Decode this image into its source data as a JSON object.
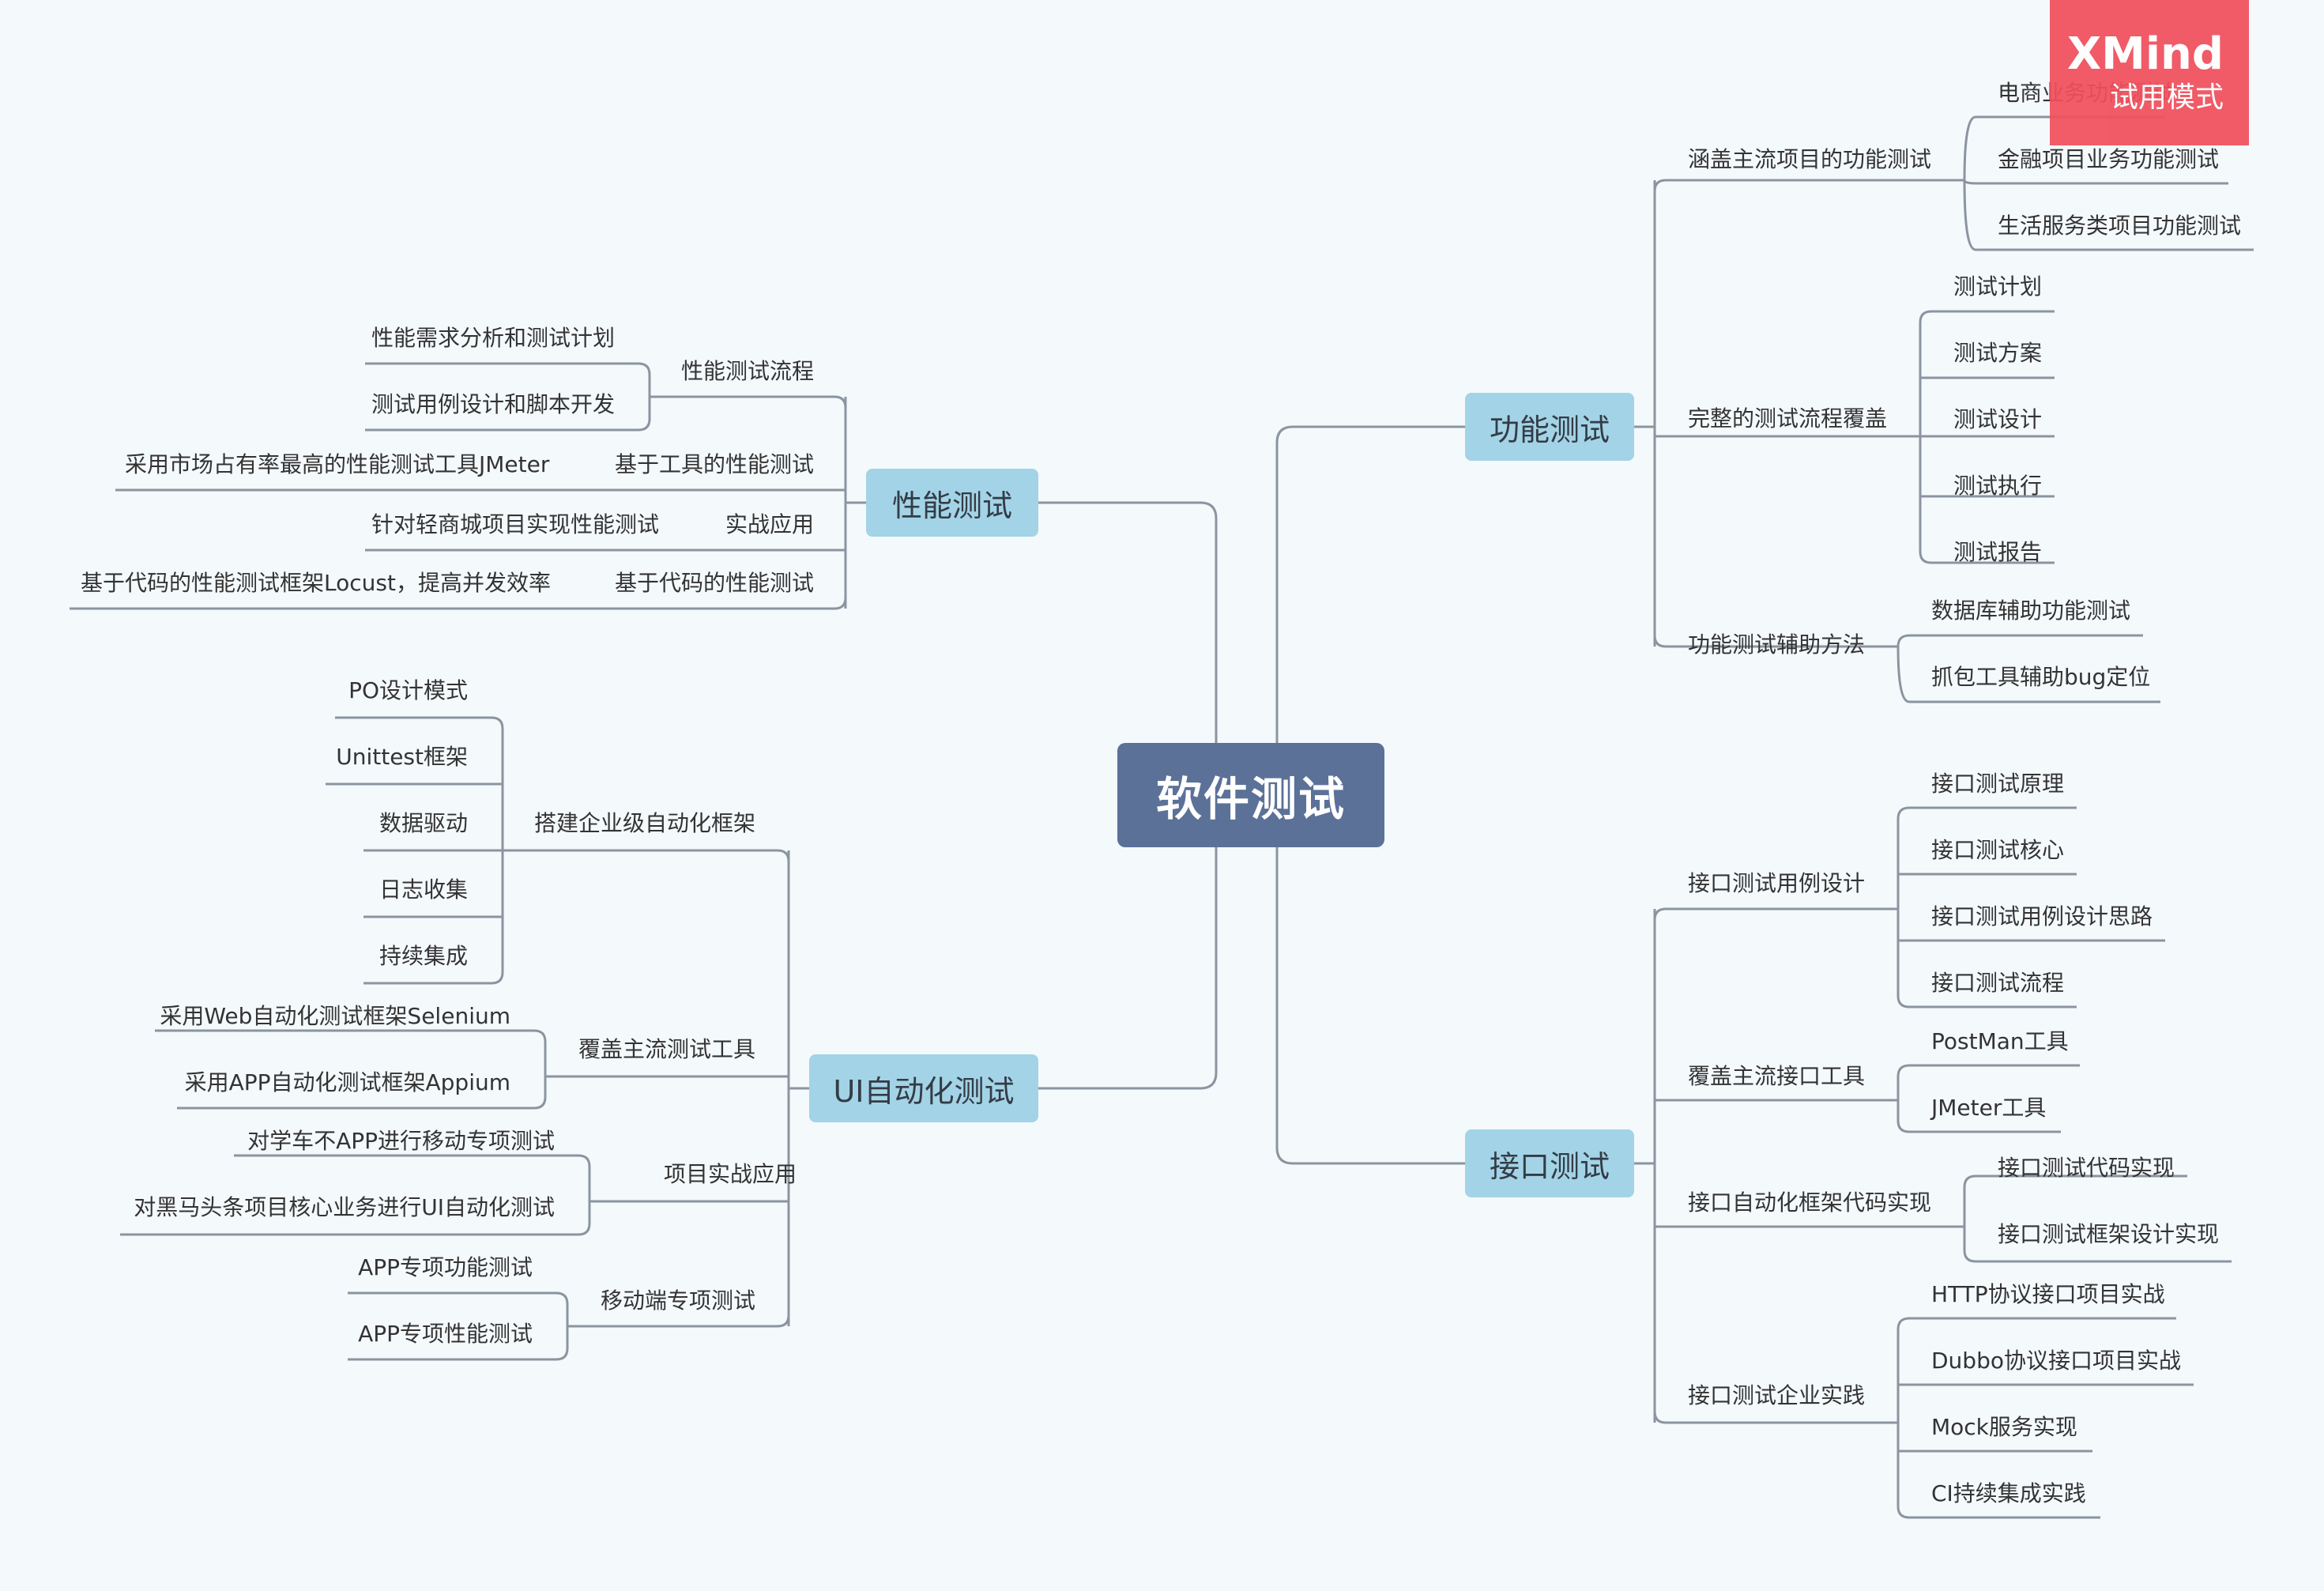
{
  "root": "软件测试",
  "watermark": {
    "brand": "XMind",
    "mode": "试用模式"
  },
  "main_topics": {
    "func": "功能测试",
    "perf": "性能测试",
    "ui": "UI自动化测试",
    "api": "接口测试"
  },
  "func": {
    "coverage": {
      "label": "涵盖主流项目的功能测试",
      "items": [
        "电商业务功能测试",
        "金融项目业务功能测试",
        "生活服务类项目功能测试"
      ]
    },
    "process": {
      "label": "完整的测试流程覆盖",
      "items": [
        "测试计划",
        "测试方案",
        "测试设计",
        "测试执行",
        "测试报告"
      ]
    },
    "aux": {
      "label": "功能测试辅助方法",
      "items": [
        "数据库辅助功能测试",
        "抓包工具辅助bug定位"
      ]
    }
  },
  "perf": {
    "flow": {
      "label": "性能测试流程",
      "items": [
        "性能需求分析和测试计划",
        "测试用例设计和脚本开发"
      ]
    },
    "tool": {
      "label": "基于工具的性能测试",
      "items": [
        "采用市场占有率最高的性能测试工具JMeter"
      ]
    },
    "practice": {
      "label": "实战应用",
      "items": [
        "针对轻商城项目实现性能测试"
      ]
    },
    "code": {
      "label": "基于代码的性能测试",
      "items": [
        "基于代码的性能测试框架Locust，提高并发效率"
      ]
    }
  },
  "ui": {
    "framework": {
      "label": "搭建企业级自动化框架",
      "items": [
        "PO设计模式",
        "Unittest框架",
        "数据驱动",
        "日志收集",
        "持续集成"
      ]
    },
    "tools": {
      "label": "覆盖主流测试工具",
      "items": [
        "采用Web自动化测试框架Selenium",
        "采用APP自动化测试框架Appium"
      ]
    },
    "project": {
      "label": "项目实战应用",
      "items": [
        "对学车不APP进行移动专项测试",
        "对黑马头条项目核心业务进行UI自动化测试"
      ]
    },
    "mobile": {
      "label": "移动端专项测试",
      "items": [
        "APP专项功能测试",
        "APP专项性能测试"
      ]
    }
  },
  "api": {
    "design": {
      "label": "接口测试用例设计",
      "items": [
        "接口测试原理",
        "接口测试核心",
        "接口测试用例设计思路",
        "接口测试流程"
      ]
    },
    "tools": {
      "label": "覆盖主流接口工具",
      "items": [
        "PostMan工具",
        "JMeter工具"
      ]
    },
    "framework": {
      "label": "接口自动化框架代码实现",
      "items": [
        "接口测试代码实现",
        "接口测试框架设计实现"
      ]
    },
    "practice": {
      "label": "接口测试企业实践",
      "items": [
        "HTTP协议接口项目实战",
        "Dubbo协议接口项目实战",
        "Mock服务实现",
        "CI持续集成实践"
      ]
    }
  },
  "colors": {
    "background": "#f4f9fc",
    "root_fill": "#5b7198",
    "main_fill": "#a3d3e6",
    "line": "#8a95a0",
    "watermark": "#f0505c"
  }
}
